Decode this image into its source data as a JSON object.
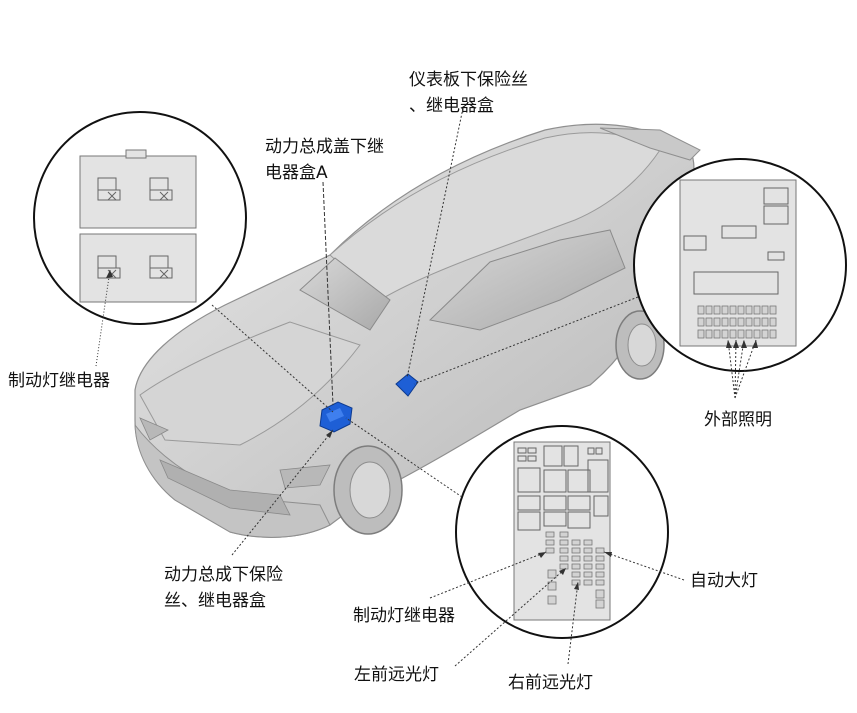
{
  "labels": {
    "ip_fuse_box_line1": "仪表板下保险丝",
    "ip_fuse_box_line2": "、继电器盒",
    "pcu_relay_box_a_line1": "动力总成盖下继",
    "pcu_relay_box_a_line2": "电器盒A",
    "stop_lamp_relay_left": "制动灯继电器",
    "exterior_lighting": "外部照明",
    "pcu_fuse_box_line1": "动力总成下保险",
    "pcu_fuse_box_line2": "丝、继电器盒",
    "stop_lamp_relay_bottom": "制动灯继电器",
    "left_high_beam": "左前远光灯",
    "right_high_beam": "右前远光灯",
    "auto_headlight": "自动大灯"
  },
  "colors": {
    "highlight": "#1e5fd6",
    "car_body": "#cfcfcf",
    "box_fill": "#e3e3e3",
    "leader": "#333333"
  }
}
